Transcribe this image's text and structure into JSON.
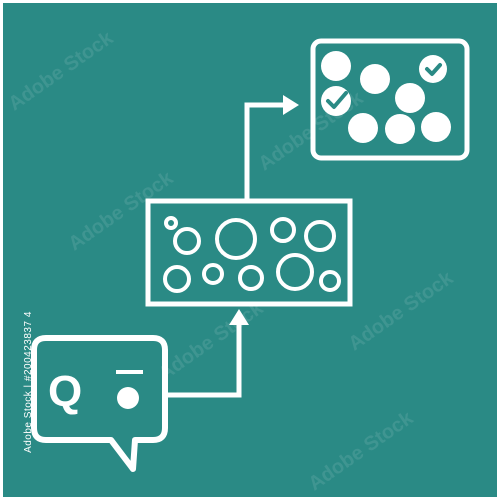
{
  "colors": {
    "background": "#2a8a85",
    "foreground": "#ffffff",
    "page_border": "#ffffff"
  },
  "stock": {
    "id_text": "Adobe Stock | #200423837 4",
    "watermark_text": "Adobe Stock"
  },
  "icons": {
    "speech_bubble": "speech-bubble-icon",
    "question_letter": "Q",
    "source_panel": "circle-grid-icon",
    "result_panel": "selected-circles-icon",
    "arrow": "arrow-right-icon"
  }
}
